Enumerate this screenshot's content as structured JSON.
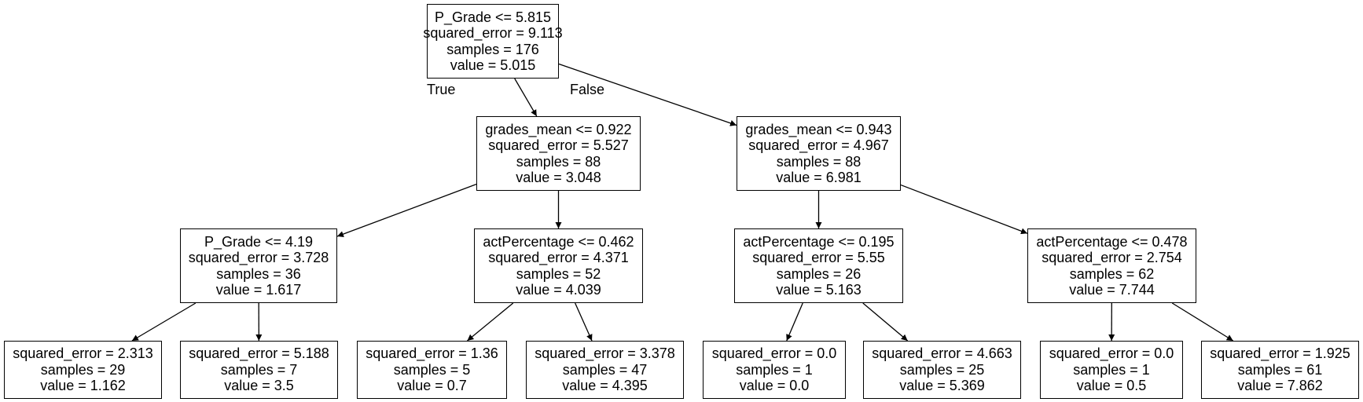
{
  "tree": {
    "edge_labels": {
      "true": "True",
      "false": "False"
    },
    "nodes": {
      "n0": {
        "lines": [
          "P_Grade <= 5.815",
          "squared_error = 9.113",
          "samples = 176",
          "value = 5.015"
        ]
      },
      "n1": {
        "lines": [
          "grades_mean <= 0.922",
          "squared_error = 5.527",
          "samples = 88",
          "value = 3.048"
        ]
      },
      "n2": {
        "lines": [
          "grades_mean <= 0.943",
          "squared_error = 4.967",
          "samples = 88",
          "value = 6.981"
        ]
      },
      "n3": {
        "lines": [
          "P_Grade <= 4.19",
          "squared_error = 3.728",
          "samples = 36",
          "value = 1.617"
        ]
      },
      "n4": {
        "lines": [
          "actPercentage <= 0.462",
          "squared_error = 4.371",
          "samples = 52",
          "value = 4.039"
        ]
      },
      "n5": {
        "lines": [
          "actPercentage <= 0.195",
          "squared_error = 5.55",
          "samples = 26",
          "value = 5.163"
        ]
      },
      "n6": {
        "lines": [
          "actPercentage <= 0.478",
          "squared_error = 2.754",
          "samples = 62",
          "value = 7.744"
        ]
      },
      "n7": {
        "lines": [
          "squared_error = 2.313",
          "samples = 29",
          "value = 1.162"
        ]
      },
      "n8": {
        "lines": [
          "squared_error = 5.188",
          "samples = 7",
          "value = 3.5"
        ]
      },
      "n9": {
        "lines": [
          "squared_error = 1.36",
          "samples = 5",
          "value = 0.7"
        ]
      },
      "n10": {
        "lines": [
          "squared_error = 3.378",
          "samples = 47",
          "value = 4.395"
        ]
      },
      "n11": {
        "lines": [
          "squared_error = 0.0",
          "samples = 1",
          "value = 0.0"
        ]
      },
      "n12": {
        "lines": [
          "squared_error = 4.663",
          "samples = 25",
          "value = 5.369"
        ]
      },
      "n13": {
        "lines": [
          "squared_error = 0.0",
          "samples = 1",
          "value = 0.5"
        ]
      },
      "n14": {
        "lines": [
          "squared_error = 1.925",
          "samples = 61",
          "value = 7.862"
        ]
      }
    },
    "edges": [
      [
        "n0",
        "n1"
      ],
      [
        "n0",
        "n2"
      ],
      [
        "n1",
        "n3"
      ],
      [
        "n1",
        "n4"
      ],
      [
        "n2",
        "n5"
      ],
      [
        "n2",
        "n6"
      ],
      [
        "n3",
        "n7"
      ],
      [
        "n3",
        "n8"
      ],
      [
        "n4",
        "n9"
      ],
      [
        "n4",
        "n10"
      ],
      [
        "n5",
        "n11"
      ],
      [
        "n5",
        "n12"
      ],
      [
        "n6",
        "n13"
      ],
      [
        "n6",
        "n14"
      ]
    ]
  }
}
